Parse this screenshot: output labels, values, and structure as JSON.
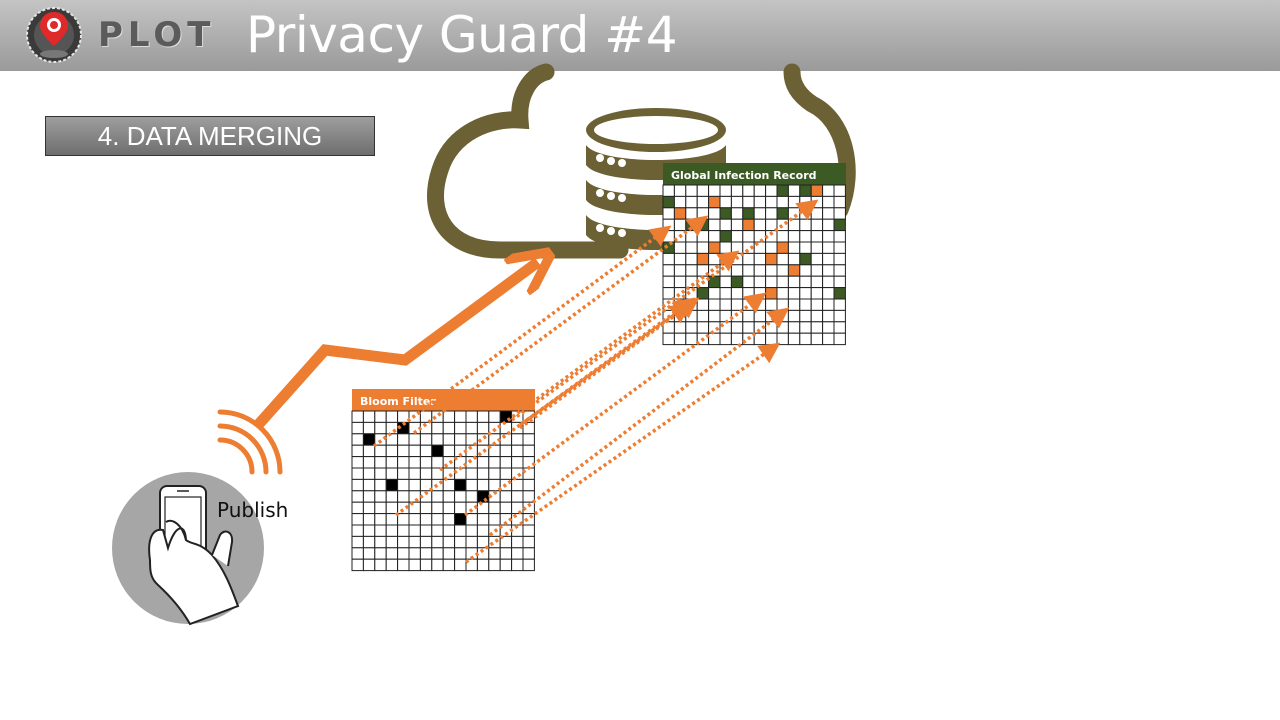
{
  "header": {
    "logo_text": "PLOT",
    "title": "Privacy Guard #4"
  },
  "section": {
    "label": "4. DATA MERGING"
  },
  "global_record": {
    "title": "Global Infection Record",
    "header_color": "#3c5a23",
    "cols": 15,
    "rows": 10,
    "green_cells": [
      [
        12,
        0
      ],
      [
        0,
        1
      ],
      [
        2,
        3
      ],
      [
        3,
        3
      ],
      [
        15,
        3
      ],
      [
        0,
        5
      ],
      [
        3,
        6
      ],
      [
        12,
        6
      ],
      [
        4,
        8
      ],
      [
        6,
        8
      ],
      [
        9,
        9
      ],
      [
        15,
        9
      ],
      [
        10,
        0
      ],
      [
        5,
        2
      ],
      [
        7,
        2
      ],
      [
        10,
        2
      ],
      [
        5,
        4
      ],
      [
        7,
        3
      ],
      [
        3,
        9
      ]
    ],
    "orange_cells": [
      [
        13,
        0
      ],
      [
        4,
        1
      ],
      [
        1,
        2
      ],
      [
        7,
        3
      ],
      [
        3,
        6
      ],
      [
        9,
        6
      ],
      [
        11,
        7
      ],
      [
        9,
        9
      ],
      [
        4,
        5
      ],
      [
        10,
        5
      ]
    ]
  },
  "bloom_filter": {
    "title": "Bloom Filter",
    "header_color": "#ed7d31",
    "cols": 15,
    "rows": 10,
    "black_cells": [
      [
        13,
        0
      ],
      [
        4,
        1
      ],
      [
        1,
        2
      ],
      [
        7,
        3
      ],
      [
        3,
        6
      ],
      [
        9,
        6
      ],
      [
        11,
        7
      ],
      [
        9,
        9
      ]
    ]
  },
  "phone": {
    "label": "Publish"
  },
  "colors": {
    "cloud": "#6b6135",
    "arrow": "#ed7d31",
    "header_bar": "#a6a6a6"
  }
}
